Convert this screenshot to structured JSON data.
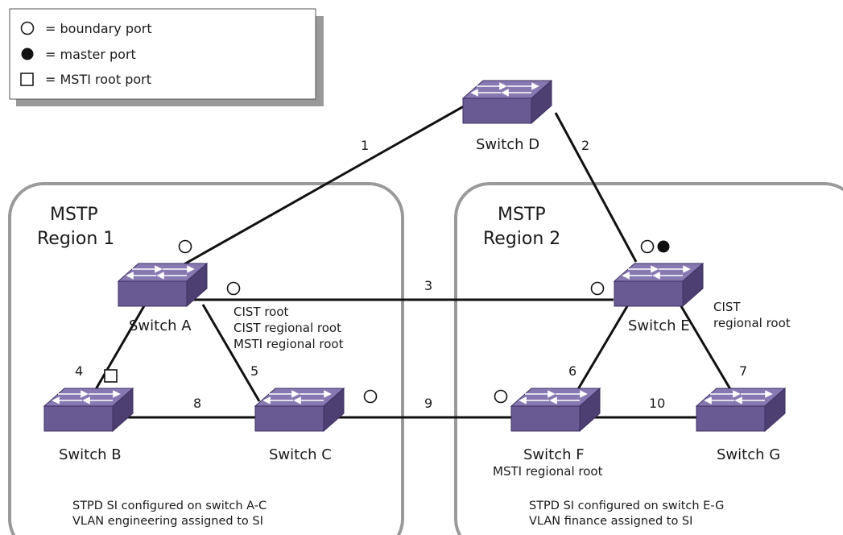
{
  "legend": {
    "boundary_port": "= boundary port",
    "master_port": "= master port",
    "msti_root_port": "= MSTI root port"
  },
  "regions": {
    "region1": {
      "title_line1": "MSTP",
      "title_line2": "Region 1",
      "footer_line1": "STPD SI configured on switch A-C",
      "footer_line2": "VLAN engineering assigned to SI"
    },
    "region2": {
      "title_line1": "MSTP",
      "title_line2": "Region 2",
      "footer_line1": "STPD SI configured on switch E-G",
      "footer_line2": "VLAN finance assigned to SI"
    }
  },
  "switches": {
    "a": {
      "label": "Switch A",
      "note_lines": [
        "CIST root",
        "CIST regional root",
        "MSTI regional root"
      ]
    },
    "b": {
      "label": "Switch B"
    },
    "c": {
      "label": "Switch C"
    },
    "d": {
      "label": "Switch D"
    },
    "e": {
      "label": "Switch E",
      "note_lines": [
        "CIST",
        "regional root"
      ]
    },
    "f": {
      "label": "Switch F",
      "note_lines": [
        "MSTI regional root"
      ]
    },
    "g": {
      "label": "Switch G"
    }
  },
  "links": {
    "l1": "1",
    "l2": "2",
    "l3": "3",
    "l4": "4",
    "l5": "5",
    "l6": "6",
    "l7": "7",
    "l8": "8",
    "l9": "9",
    "l10": "10"
  },
  "colors": {
    "switch_front": "#6a5a94",
    "switch_top": "#8778b2",
    "switch_side": "#4d3f72",
    "region_border": "#9a9a9a",
    "link": "#111111"
  }
}
